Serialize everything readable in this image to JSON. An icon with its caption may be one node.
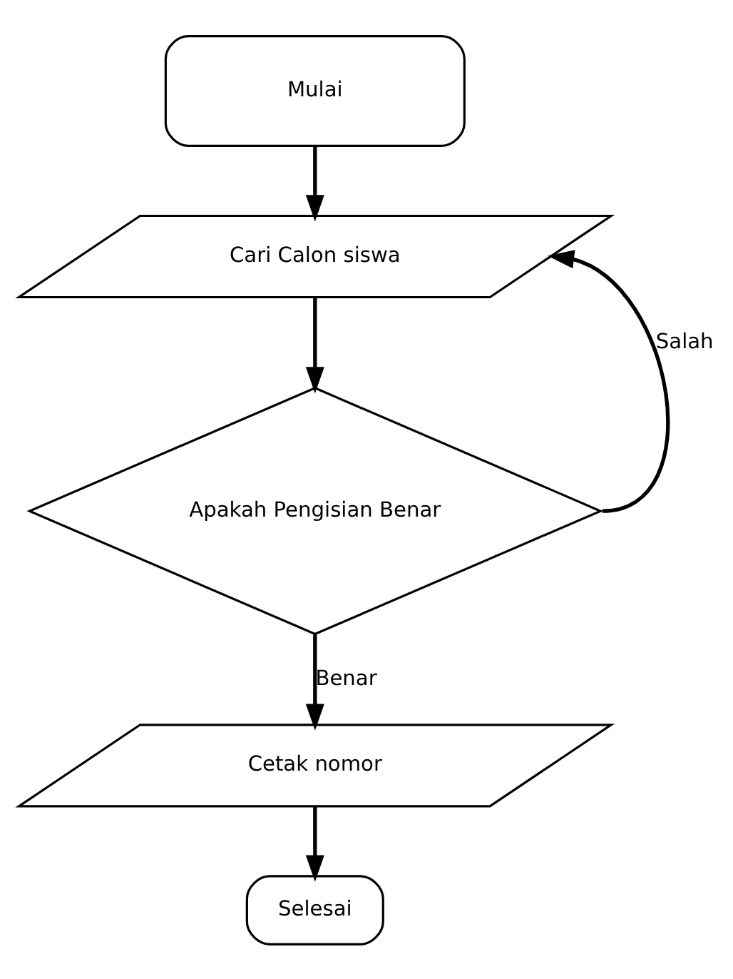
{
  "diagram": {
    "nodes": [
      {
        "text": [
          "Mulai"
        ]
      },
      {
        "text": [
          "Cari Calon siswa"
        ]
      },
      {
        "text": [
          "Apakah Pengisian Benar"
        ]
      },
      {
        "text": [
          "Cetak nomor"
        ]
      },
      {
        "text": [
          "Selesai"
        ]
      }
    ],
    "edges": [
      {
        "from": 0,
        "to": 1,
        "arrow": "to"
      },
      {
        "from": 1,
        "to": 2,
        "arrow": "to"
      },
      {
        "from": 2,
        "to": 1,
        "label": "Salah",
        "arrow": "to"
      },
      {
        "from": 2,
        "to": 3,
        "label": "Benar",
        "arrow": "to"
      },
      {
        "from": 3,
        "to": 4,
        "arrow": "to"
      }
    ]
  }
}
